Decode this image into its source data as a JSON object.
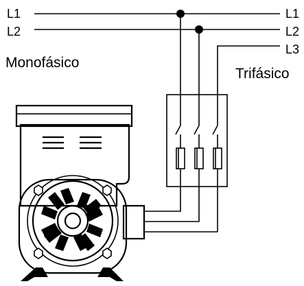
{
  "diagram": {
    "labels": {
      "left_l1": "L1",
      "left_l2": "L2",
      "right_l1": "L1",
      "right_l2": "L2",
      "right_l3": "L3",
      "monofasico": "Monofásico",
      "trifasico": "Trifásico"
    },
    "line_color": "#000000",
    "background": "#ffffff"
  }
}
